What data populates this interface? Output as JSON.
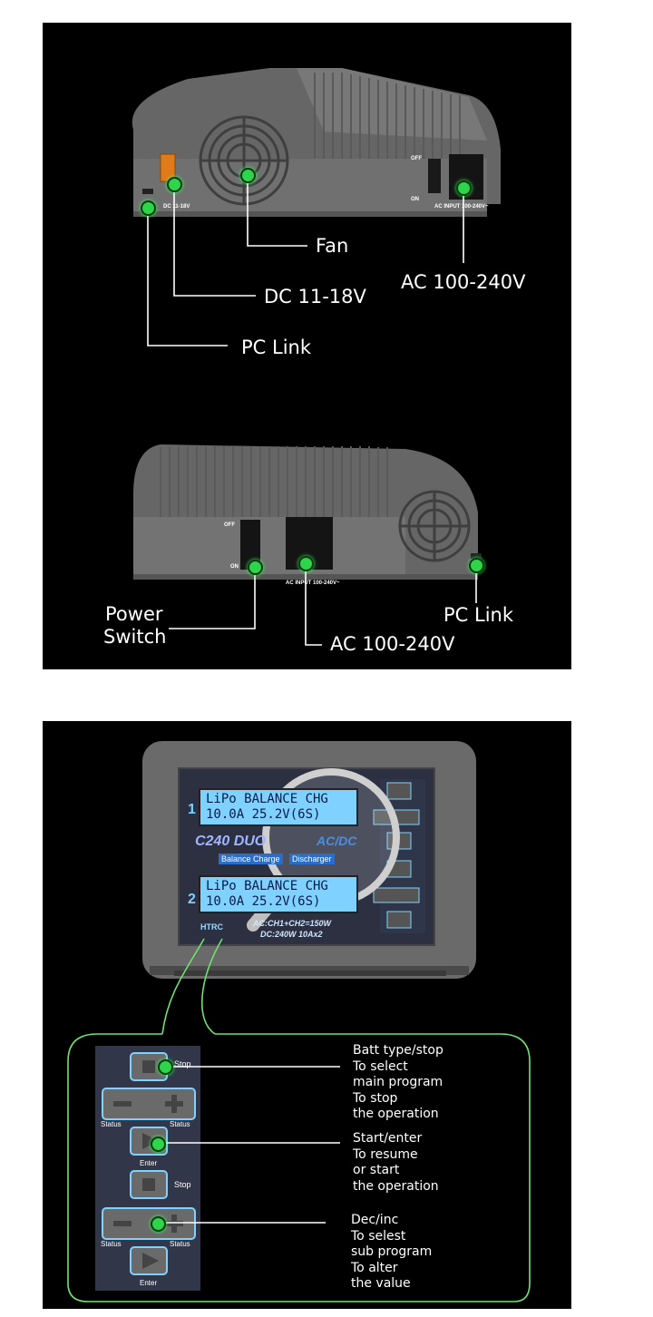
{
  "rear_view": {
    "labels": {
      "fan": "Fan",
      "dc": "DC 11-18V",
      "ac": "AC 100-240V",
      "pc_link": "PC Link"
    },
    "printed": {
      "dc": "DC 11-18V",
      "off": "OFF",
      "on": "ON",
      "ac_input": "AC INPUT 100-240V~"
    }
  },
  "side_view": {
    "labels": {
      "power_switch_line1": "Power",
      "power_switch_line2": "Switch",
      "ac": "AC 100-240V",
      "pc_link": "PC Link"
    },
    "printed": {
      "off": "OFF",
      "on": "ON",
      "ac_input": "AC INPUT 100-240V~"
    }
  },
  "front_view": {
    "screen1": {
      "channel": "1",
      "line1": "LiPo BALANCE CHG",
      "line2": "10.0A    25.2V(6S)"
    },
    "screen2": {
      "channel": "2",
      "line1": "LiPo BALANCE CHG",
      "line2": "10.0A    25.2V(6S)"
    },
    "model": "C240 DUO",
    "model_suffix": "AC/DC",
    "mode_left": "Balance Charge",
    "mode_right": "Discharger",
    "spec1": "AC:CH1+CH2=150W",
    "spec2": "DC:240W  10Ax2",
    "brand": "HTRC"
  },
  "button_panel": {
    "stop1": "Stop",
    "status_left1": "Status",
    "status_right1": "Status",
    "enter1": "Enter",
    "stop2": "Stop",
    "status_left2": "Status",
    "status_right2": "Status",
    "enter2": "Enter"
  },
  "callouts": {
    "batt_type": [
      "Batt type/stop",
      "To select",
      "main program",
      "To stop",
      "the operation"
    ],
    "start_enter": [
      "Start/enter",
      "To resume",
      "or start",
      "the operation"
    ],
    "dec_inc": [
      "Dec/inc",
      "To selest",
      "sub program",
      "To alter",
      "the value"
    ]
  },
  "colors": {
    "background": "#000000",
    "label_text": "#ffffff",
    "marker_green": "#2ed54a",
    "callout_frame": "#6fe36f",
    "device_grey": "#6e6e6e",
    "lcd_blue": "#7fd2ff"
  }
}
